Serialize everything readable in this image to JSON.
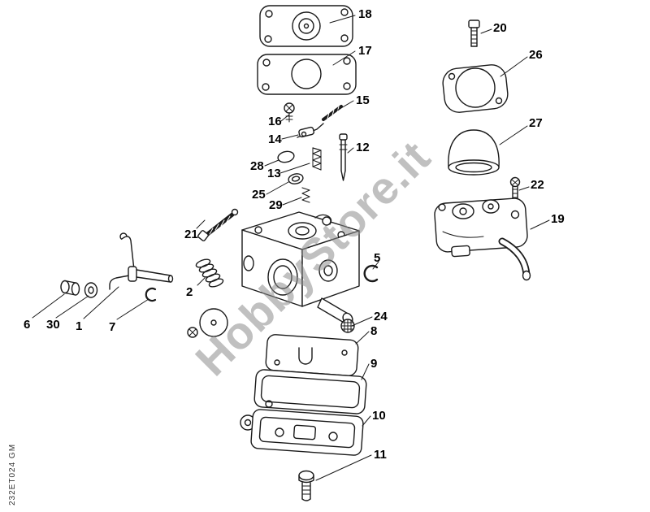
{
  "diagram": {
    "watermark": "HobbyStore.it",
    "plate_code": "232ET024 GM",
    "ink_color": "#1a1a1a",
    "watermark_color": "#999999",
    "callouts": [
      {
        "number": "18"
      },
      {
        "number": "17"
      },
      {
        "number": "16"
      },
      {
        "number": "15"
      },
      {
        "number": "14"
      },
      {
        "number": "12"
      },
      {
        "number": "28"
      },
      {
        "number": "13"
      },
      {
        "number": "25"
      },
      {
        "number": "29"
      },
      {
        "number": "21"
      },
      {
        "number": "2"
      },
      {
        "number": "5"
      },
      {
        "number": "6"
      },
      {
        "number": "30"
      },
      {
        "number": "1"
      },
      {
        "number": "7"
      },
      {
        "number": "24"
      },
      {
        "number": "8"
      },
      {
        "number": "9"
      },
      {
        "number": "10"
      },
      {
        "number": "11"
      },
      {
        "number": "20"
      },
      {
        "number": "26"
      },
      {
        "number": "27"
      },
      {
        "number": "22"
      },
      {
        "number": "19"
      }
    ]
  }
}
